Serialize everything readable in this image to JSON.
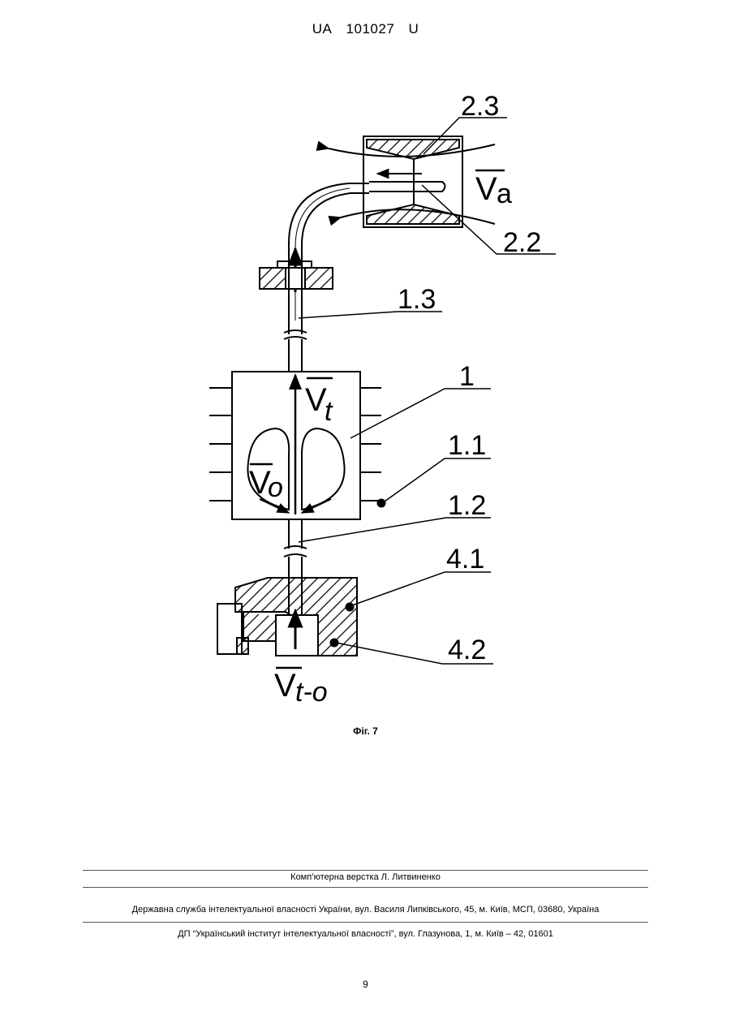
{
  "header": {
    "code": "UA",
    "number": "101027",
    "kind": "U"
  },
  "figure": {
    "labels": {
      "l23": "2.3",
      "l22": "2.2",
      "l13": "1.3",
      "l1": "1",
      "l11": "1.1",
      "l12": "1.2",
      "l41": "4.1",
      "l42": "4.2"
    },
    "vectors": {
      "va": {
        "base": "V",
        "sub": "a"
      },
      "vt": {
        "base": "V",
        "sub": "t"
      },
      "vo": {
        "base": "V",
        "sub": "o"
      },
      "vto": {
        "base": "V",
        "sub": "t-o"
      }
    },
    "caption": "Фіг. 7"
  },
  "footer": {
    "layout": "Комп’ютерна верстка Л. Литвиненко",
    "agency": "Державна служба інтелектуальної власності України, вул. Василя Липківського, 45, м. Київ, МСП, 03680, Україна",
    "institute": "ДП “Український інститут інтелектуальної власності”, вул. Глазунова, 1, м. Київ – 42, 01601"
  },
  "page_number": "9"
}
